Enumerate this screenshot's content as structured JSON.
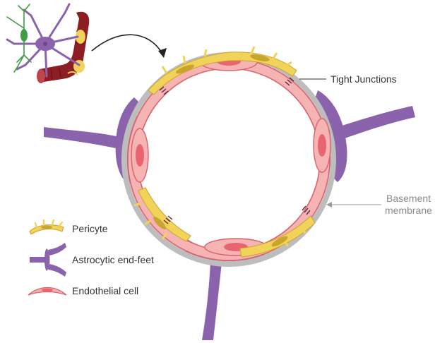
{
  "labels": {
    "tight_junctions": "Tight Junctions",
    "basement_line1": "Basement",
    "basement_line2": "membrane"
  },
  "legend": [
    {
      "icon": "pericyte-icon",
      "label": "Pericyte"
    },
    {
      "icon": "astrocytic-end-feet-icon",
      "label": "Astrocytic end-feet"
    },
    {
      "icon": "endothelial-cell-icon",
      "label": "Endothelial cell"
    }
  ],
  "colors": {
    "astrocyte": "#8b63ad",
    "astrocyte_dark": "#6c4a8f",
    "pericyte": "#f2d35a",
    "pericyte_outline": "#c9a52f",
    "endothelial": "#f5b3b3",
    "endothelial_outline": "#d9626b",
    "nucleus": "#e8646f",
    "basement": "#bdbdbd",
    "vessel": "#8c1e24",
    "neuron_green": "#3f9d42"
  }
}
